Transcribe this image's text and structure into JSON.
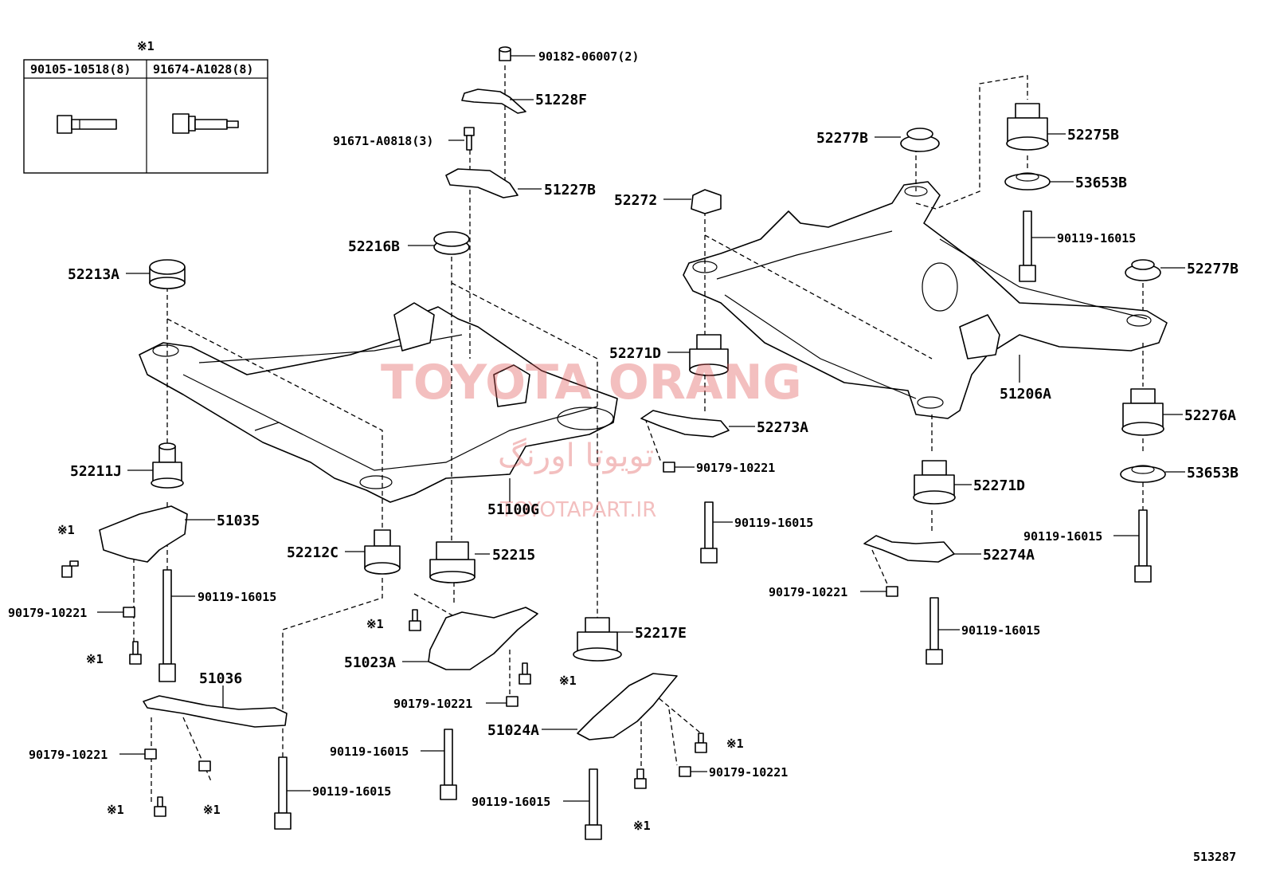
{
  "note_marker": "※1",
  "table": {
    "marker": "※1",
    "col1": "90105-10518(8)",
    "col2": "91674-A1028(8)"
  },
  "labels": {
    "p90182": "90182-06007(2)",
    "p51228F": "51228F",
    "p91671": "91671-A0818(3)",
    "p51227B": "51227B",
    "p52216B": "52216B",
    "p52213A": "52213A",
    "p52211J": "52211J",
    "p51035": "51035",
    "p90119_a": "90119-16015",
    "p90179_a": "90179-10221",
    "p52212C": "52212C",
    "p52215": "52215",
    "p51023A": "51023A",
    "p90179_b": "90179-10221",
    "p51036": "51036",
    "p90179_c": "90179-10221",
    "p90119_b": "90119-16015",
    "p90119_c": "90119-16015",
    "p51100G": "51100G",
    "p52217E": "52217E",
    "p51024A": "51024A",
    "p90179_d": "90179-10221",
    "p90119_d": "90119-16015",
    "p52277B_a": "52277B",
    "p52272": "52272",
    "p52271D_a": "52271D",
    "p52273A": "52273A",
    "p90179_e": "90179-10221",
    "p90119_e": "90119-16015",
    "p52275B": "52275B",
    "p53653B_a": "53653B",
    "p90119_f": "90119-16015",
    "p52277B_b": "52277B",
    "p51206A": "51206A",
    "p52276A": "52276A",
    "p53653B_b": "53653B",
    "p90119_g": "90119-16015",
    "p52271D_b": "52271D",
    "p52274A": "52274A",
    "p90179_f": "90179-10221",
    "p90119_h": "90119-16015"
  },
  "watermark": {
    "brand": "TOYOTA ORANG",
    "brand_fa": "تویوتا اورنگ",
    "site": "TOYOTAPART.IR"
  },
  "diagram_id": "513287"
}
